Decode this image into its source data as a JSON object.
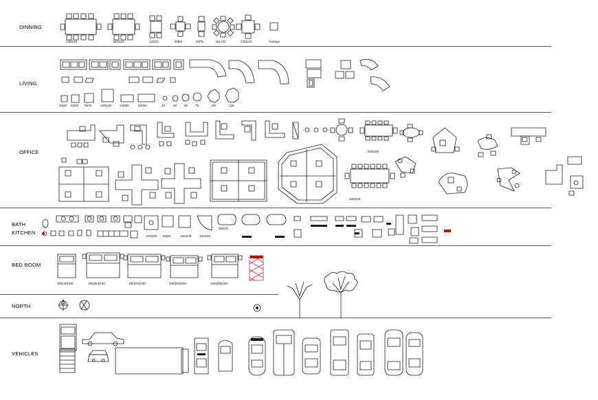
{
  "sections": {
    "dinning": "DINNING",
    "living": "LIVING",
    "office": "OFFICE",
    "bath_line1": "BATH",
    "bath_line2": "KITCHEN",
    "bedroom": "BED ROOM",
    "north": "NORTH",
    "vehicles": "VEHICLES"
  },
  "dinning_sizes": [
    "240|120",
    "150|120",
    "120|75",
    "50|50",
    "60|75",
    "dia 100",
    "120|120",
    "footage"
  ],
  "living_sizes": [
    "40|40",
    "50|50",
    "75|75",
    "100|100",
    "120|60",
    "150|60",
    "40",
    "60",
    "60",
    "75",
    "100",
    "120"
  ],
  "office_sizes": [
    "240|100",
    "320|100"
  ],
  "bath_sizes": [
    "180|75",
    "100|100",
    "50|50",
    "100|100",
    "150|150"
  ],
  "bed_sizes": [
    "90|140|180",
    "180|254|180",
    "180|254|180",
    "180|254|209",
    "165|205|150"
  ],
  "colors": {
    "line": "#1a1a1a",
    "rule": "#555555",
    "red": "#cc0000",
    "pink": "#d0306a"
  }
}
